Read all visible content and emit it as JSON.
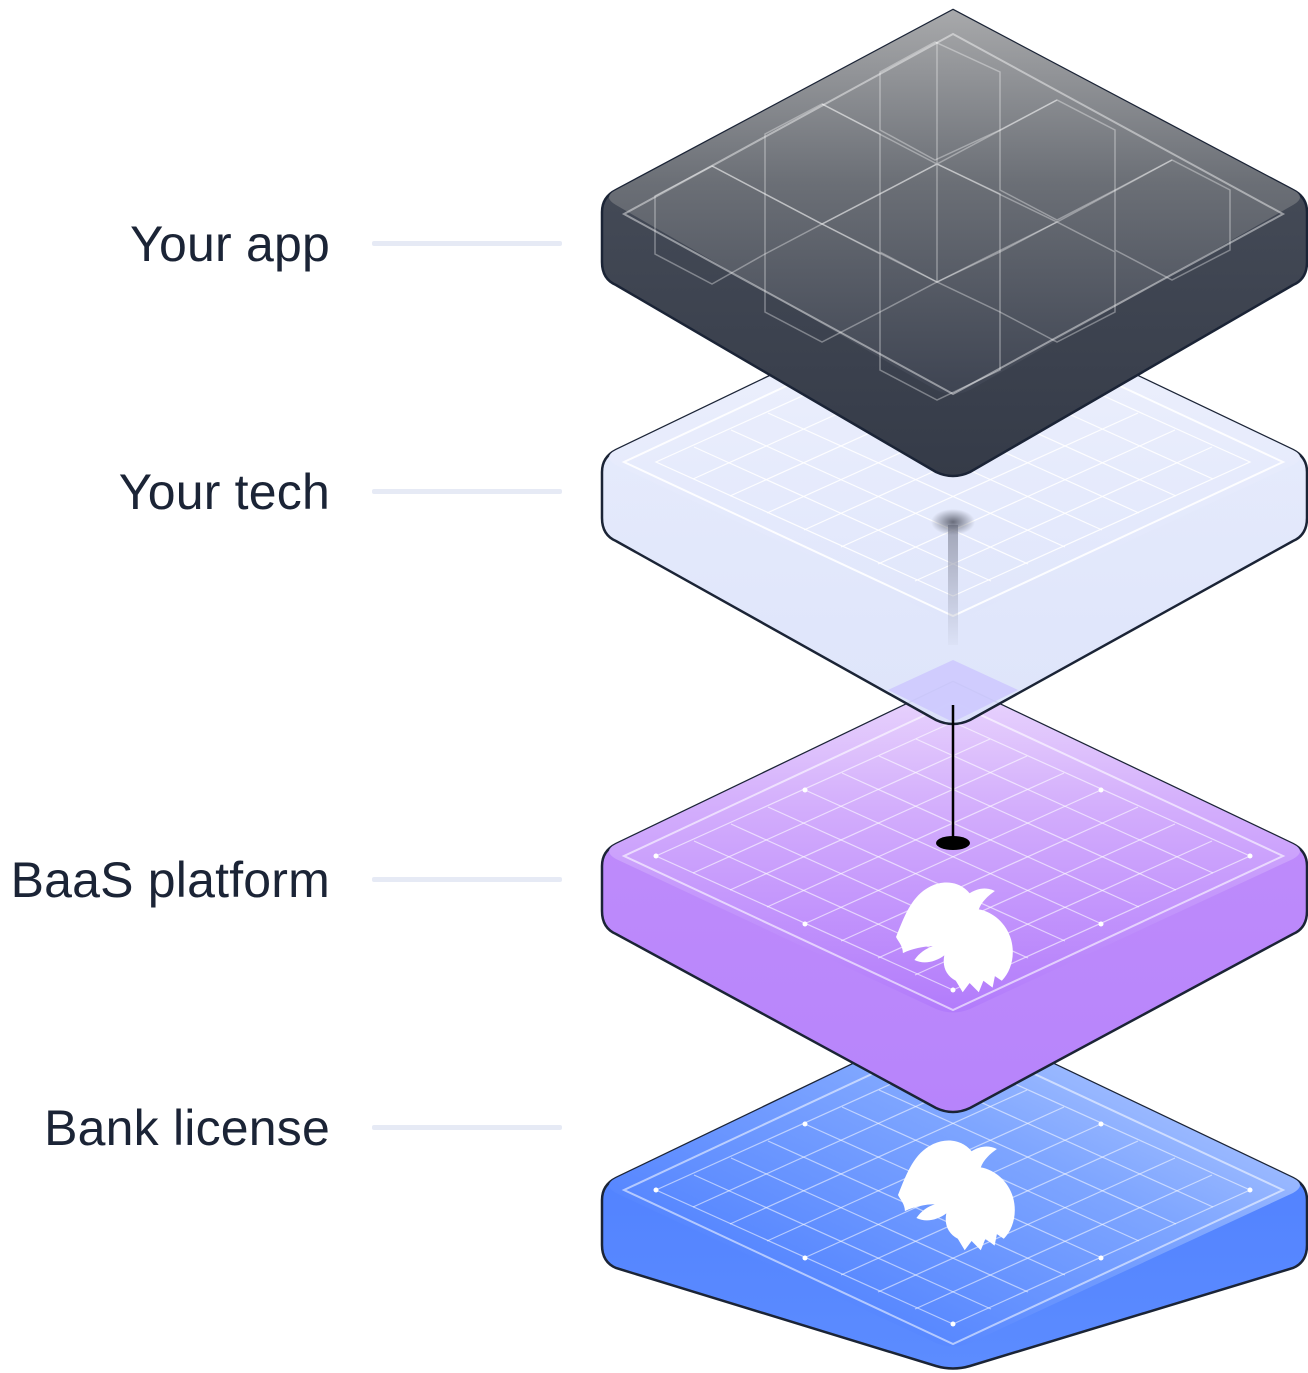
{
  "layers": [
    {
      "id": "app",
      "label": "Your app",
      "icon": "hexagon-pattern",
      "color": "#4a505c"
    },
    {
      "id": "tech",
      "label": "Your tech",
      "icon": "grid-pattern",
      "color": "#e6ebfb"
    },
    {
      "id": "baas",
      "label": "BaaS platform",
      "icon": "eagle-logo-icon",
      "color": "#c79cfb"
    },
    {
      "id": "bank",
      "label": "Bank license",
      "icon": "eagle-logo-icon",
      "color": "#4a7fff"
    }
  ]
}
